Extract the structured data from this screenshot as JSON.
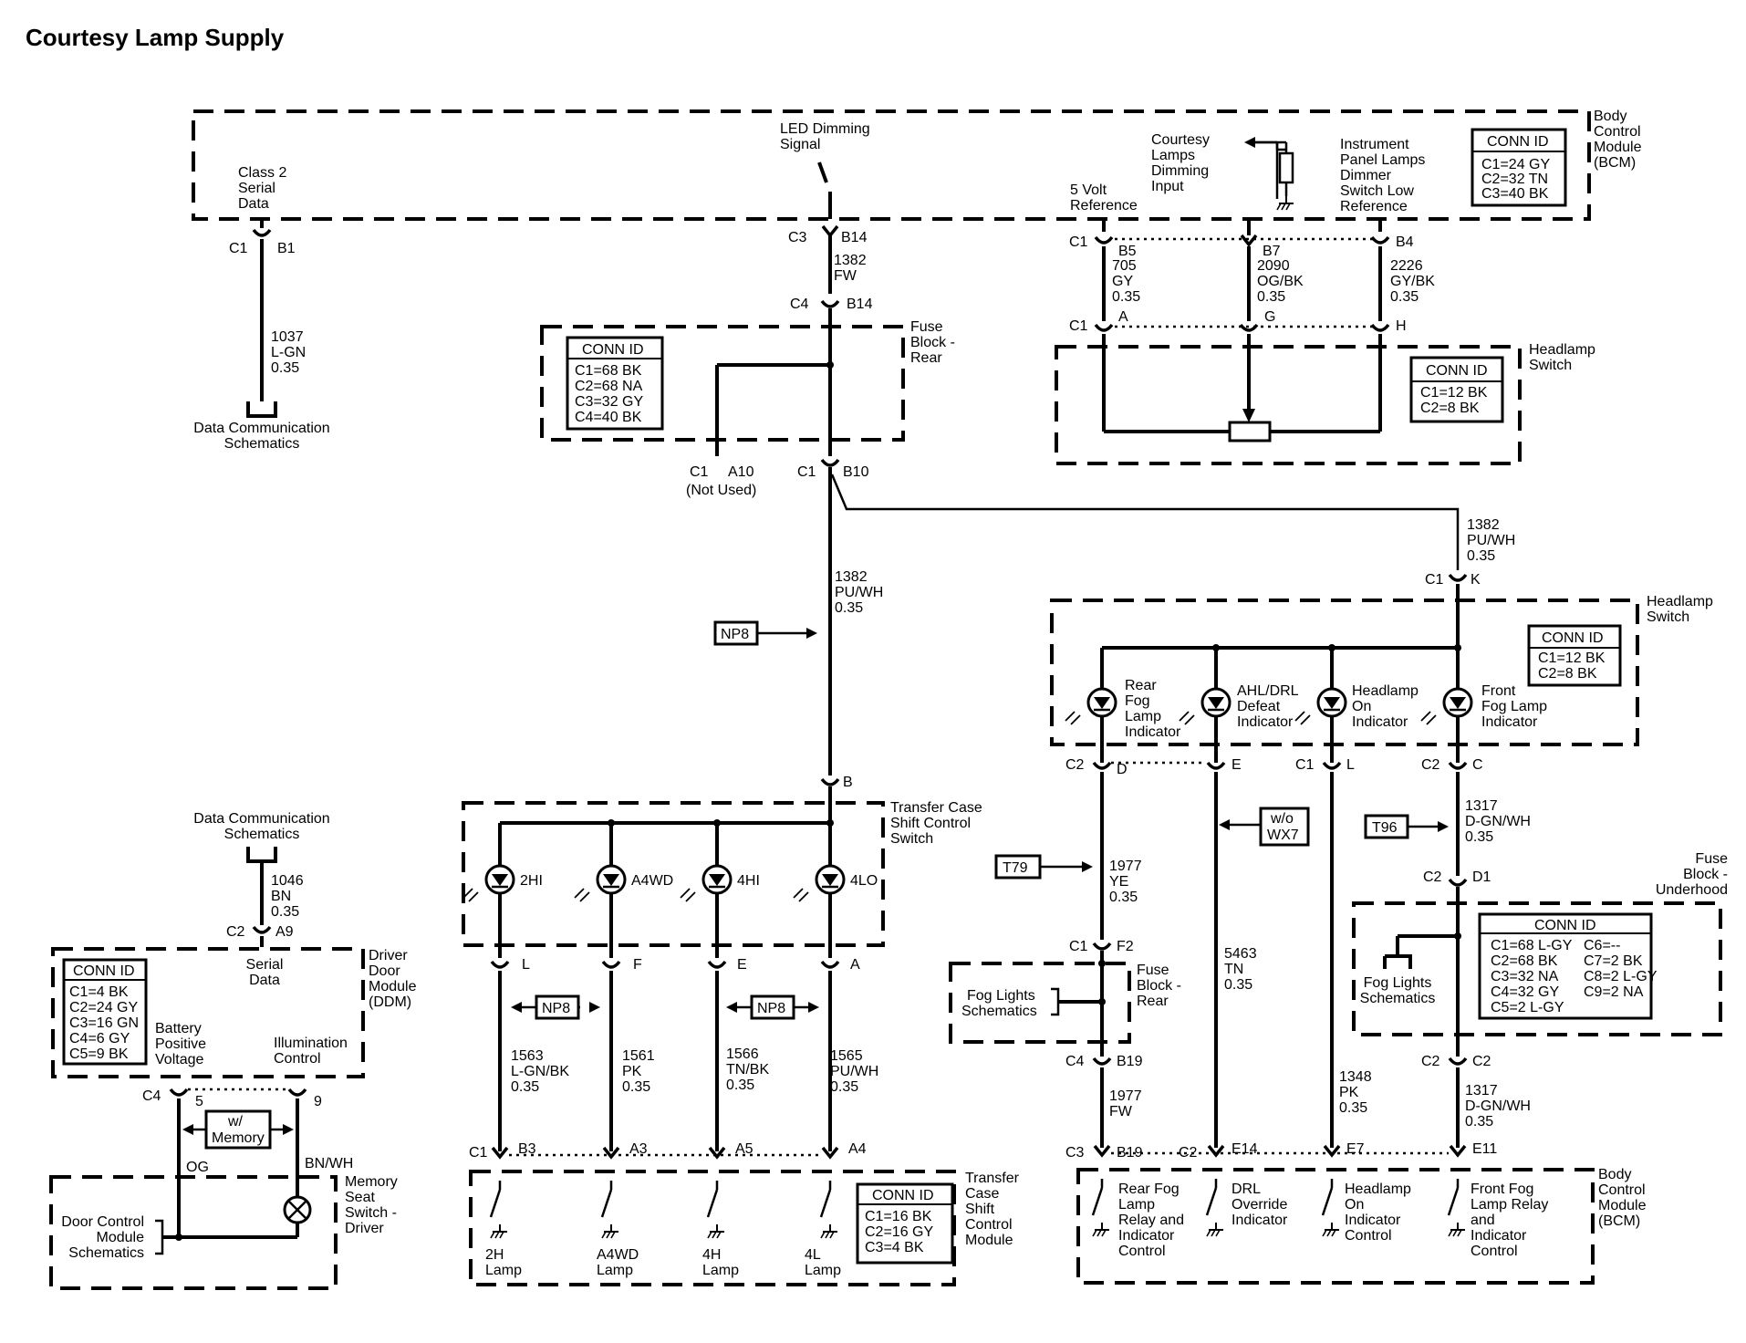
{
  "title": "Courtesy Lamp Supply",
  "labels": {
    "bcm_top": [
      "Body",
      "Control",
      "Module",
      "(BCM)"
    ],
    "bcm_conn": {
      "head": "CONN ID",
      "lines": [
        "C1=24 GY",
        "C2=32 TN",
        "C3=40 BK"
      ]
    },
    "class2": [
      "Class 2",
      "Serial",
      "Data"
    ],
    "led_dimming": [
      "LED Dimming",
      "Signal"
    ],
    "five_volt": [
      "5 Volt",
      "Reference"
    ],
    "courtesy_input": [
      "Courtesy",
      "Lamps",
      "Dimming",
      "Input"
    ],
    "ip_dimmer": [
      "Instrument",
      "Panel Lamps",
      "Dimmer",
      "Switch Low",
      "Reference"
    ],
    "wire_1037": [
      "1037",
      "L-GN",
      "0.35"
    ],
    "dcs1": [
      "Data Communication",
      "Schematics"
    ],
    "wire_1382fw": [
      "1382",
      "FW"
    ],
    "fuse_rear1": [
      "Fuse",
      "Block -",
      "Rear"
    ],
    "fuse_rear_conn": {
      "head": "CONN ID",
      "lines": [
        "C1=68 BK",
        "C2=68 NA",
        "C3=32 GY",
        "C4=40 BK"
      ]
    },
    "not_used": "(Not Used)",
    "wire_705": [
      "705",
      "GY",
      "0.35"
    ],
    "wire_2090": [
      "2090",
      "OG/BK",
      "0.35"
    ],
    "wire_2226": [
      "2226",
      "GY/BK",
      "0.35"
    ],
    "hs_top": [
      "Headlamp",
      "Switch"
    ],
    "hs_top_conn": {
      "head": "CONN ID",
      "lines": [
        "C1=12 BK",
        "C2=8 BK"
      ]
    },
    "wire_1382a": [
      "1382",
      "PU/WH",
      "0.35"
    ],
    "wire_1382b": [
      "1382",
      "PU/WH",
      "0.35"
    ],
    "np8": "NP8",
    "hs_mid": [
      "Headlamp",
      "Switch"
    ],
    "hs_mid_conn": {
      "head": "CONN ID",
      "lines": [
        "C1=12 BK",
        "C2=8 BK"
      ]
    },
    "ind_rear_fog": [
      "Rear",
      "Fog",
      "Lamp",
      "Indicator"
    ],
    "ind_ahl": [
      "AHL/DRL",
      "Defeat",
      "Indicator"
    ],
    "ind_head_on": [
      "Headlamp",
      "On",
      "Indicator"
    ],
    "ind_front_fog": [
      "Front",
      "Fog Lamp",
      "Indicator"
    ],
    "tc_switch": [
      "Transfer Case",
      "Shift Control",
      "Switch"
    ],
    "led_2hi": "2HI",
    "led_a4wd": "A4WD",
    "led_4hi": "4HI",
    "led_4lo": "4LO",
    "dcs2": [
      "Data Communication",
      "Schematics"
    ],
    "wire_1046": [
      "1046",
      "BN",
      "0.35"
    ],
    "ddm": [
      "Driver",
      "Door",
      "Module",
      "(DDM)"
    ],
    "ddm_conn": {
      "head": "CONN ID",
      "lines": [
        "C1=4 BK",
        "C2=24 GY",
        "C3=16 GN",
        "C4=6 GY",
        "C5=9 BK"
      ]
    },
    "serial_data": [
      "Serial",
      "Data"
    ],
    "batt_pos": [
      "Battery",
      "Positive",
      "Voltage"
    ],
    "illum": [
      "Illumination",
      "Control"
    ],
    "w_memory": [
      "w/",
      "Memory"
    ],
    "og": "OG",
    "bnwh": "BN/WH",
    "mem_seat": [
      "Memory",
      "Seat",
      "Switch -",
      "Driver"
    ],
    "dcm_sch": [
      "Door Control",
      "Module",
      "Schematics"
    ],
    "wire_1563": [
      "1563",
      "L-GN/BK",
      "0.35"
    ],
    "wire_1561": [
      "1561",
      "PK",
      "0.35"
    ],
    "wire_1566": [
      "1566",
      "TN/BK",
      "0.35"
    ],
    "wire_1565": [
      "1565",
      "PU/WH",
      "0.35"
    ],
    "tccm": [
      "Transfer",
      "Case",
      "Shift",
      "Control",
      "Module"
    ],
    "tccm_conn": {
      "head": "CONN ID",
      "lines": [
        "C1=16 BK",
        "C2=16 GY",
        "C3=4 BK"
      ]
    },
    "lamp_2h": [
      "2H",
      "Lamp"
    ],
    "lamp_a4wd": [
      "A4WD",
      "Lamp"
    ],
    "lamp_4h": [
      "4H",
      "Lamp"
    ],
    "lamp_4l": [
      "4L",
      "Lamp"
    ],
    "t79": "T79",
    "t96": "T96",
    "wo_wx7": [
      "w/o",
      "WX7"
    ],
    "wire_1977ye": [
      "1977",
      "YE",
      "0.35"
    ],
    "wire_1317a": [
      "1317",
      "D-GN/WH",
      "0.35"
    ],
    "wire_5463": [
      "5463",
      "TN",
      "0.35"
    ],
    "wire_1348": [
      "1348",
      "PK",
      "0.35"
    ],
    "wire_1977fw": [
      "1977",
      "FW"
    ],
    "wire_1317b": [
      "1317",
      "D-GN/WH",
      "0.35"
    ],
    "fog_sch1": [
      "Fog Lights",
      "Schematics"
    ],
    "fog_sch2": [
      "Fog Lights",
      "Schematics"
    ],
    "fuse_rear2": [
      "Fuse",
      "Block -",
      "Rear"
    ],
    "fuse_uh": [
      "Fuse",
      "Block -",
      "Underhood"
    ],
    "fuse_uh_conn": {
      "head": "CONN ID",
      "col1": [
        "C1=68 L-GY",
        "C2=68 BK",
        "C3=32 NA",
        "C4=32 GY",
        "C5=2 L-GY"
      ],
      "col2": [
        "C6=--",
        "C7=2 BK",
        "C8=2 L-GY",
        "C9=2 NA"
      ]
    },
    "bcm_bot": [
      "Body",
      "Control",
      "Module",
      "(BCM)"
    ],
    "out_rear_fog": [
      "Rear Fog",
      "Lamp",
      "Relay and",
      "Indicator",
      "Control"
    ],
    "out_drl": [
      "DRL",
      "Override",
      "Indicator"
    ],
    "out_head_on": [
      "Headlamp",
      "On",
      "Indicator",
      "Control"
    ],
    "out_front_fog": [
      "Front Fog",
      "Lamp Relay",
      "and",
      "Indicator",
      "Control"
    ]
  },
  "connectors": {
    "c1": "C1",
    "c2": "C2",
    "c3": "C3",
    "c4": "C4",
    "b1": "B1",
    "b14": "B14",
    "b5": "B5",
    "b7": "B7",
    "b4": "B4",
    "a": "A",
    "g": "G",
    "h": "H",
    "a10": "A10",
    "b10": "B10",
    "k": "K",
    "d": "D",
    "e": "E",
    "l": "L",
    "c": "C",
    "b": "B",
    "f": "F",
    "d1": "D1",
    "f2": "F2",
    "b19": "B19",
    "a9": "A9",
    "five": "5",
    "nine": "9",
    "b3": "B3",
    "a3": "A3",
    "a5": "A5",
    "a4": "A4",
    "e14": "E14",
    "e7": "E7",
    "e11": "E11"
  }
}
